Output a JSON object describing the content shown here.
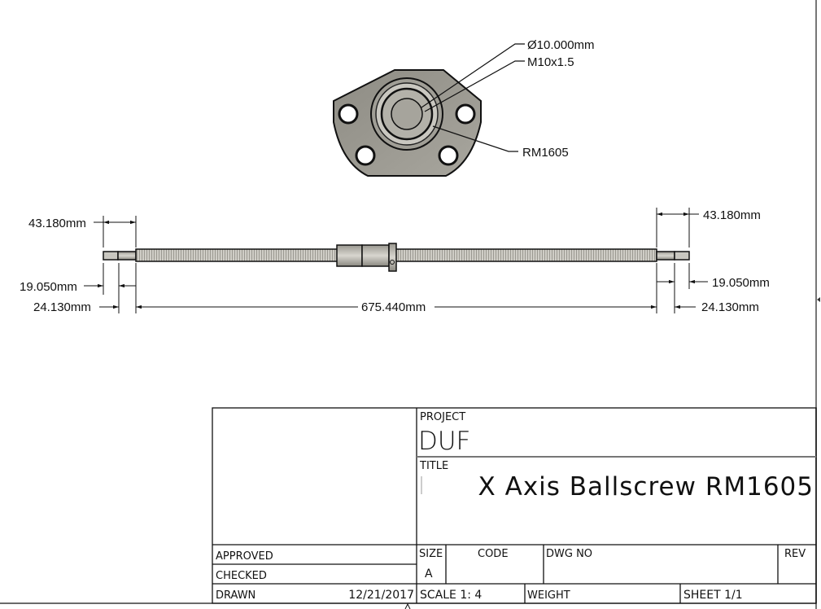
{
  "drawing": {
    "top_view_callouts": {
      "diameter": "Ø10.000mm",
      "thread": "M10x1.5",
      "part": "RM1605"
    },
    "dimensions": {
      "left_top": "43.180mm",
      "left_mid": "19.050mm",
      "left_bottom": "24.130mm",
      "overall": "675.440mm",
      "right_top": "43.180mm",
      "right_mid": "19.050mm",
      "right_bottom": "24.130mm"
    }
  },
  "title_block": {
    "project_label": "PROJECT",
    "project_value": "DUF",
    "title_label": "TITLE",
    "title_value": "X Axis Ballscrew RM1605",
    "approved_label": "APPROVED",
    "checked_label": "CHECKED",
    "drawn_label": "DRAWN",
    "drawn_date": "12/21/2017",
    "size_label": "SIZE",
    "size_value": "A",
    "code_label": "CODE",
    "dwg_no_label": "DWG NO",
    "rev_label": "REV",
    "scale_label": "SCALE 1: 4",
    "weight_label": "WEIGHT",
    "sheet_label": "SHEET 1/1"
  }
}
